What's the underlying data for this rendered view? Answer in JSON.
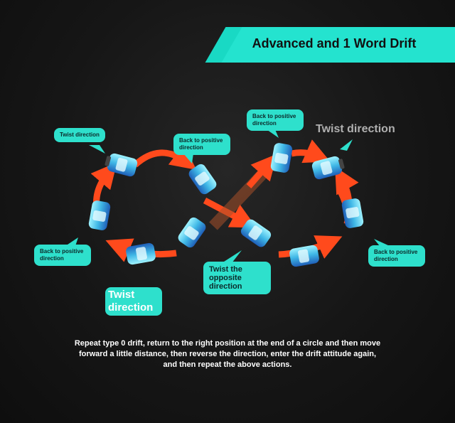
{
  "banner": {
    "title": "Advanced and 1 Word Drift"
  },
  "labels": {
    "twist_top_left": "Twist direction",
    "back_center_top": "Back to positive direction",
    "back_top_right": "Back to positive direction",
    "twist_top_right": "Twist direction",
    "back_left": "Back to positive direction",
    "back_right": "Back to positive direction",
    "twist_opposite": "Twist the opposite direction",
    "twist_bottom": "Twist direction"
  },
  "caption": "Repeat type 0 drift, return to the right position at the end of a circle and then move forward a little distance, then reverse the direction, enter the drift attitude again, and then repeat the above actions.",
  "colors": {
    "accent": "#24e3cf",
    "arrow": "#ff4a1c",
    "car": "#4fc6e8"
  }
}
